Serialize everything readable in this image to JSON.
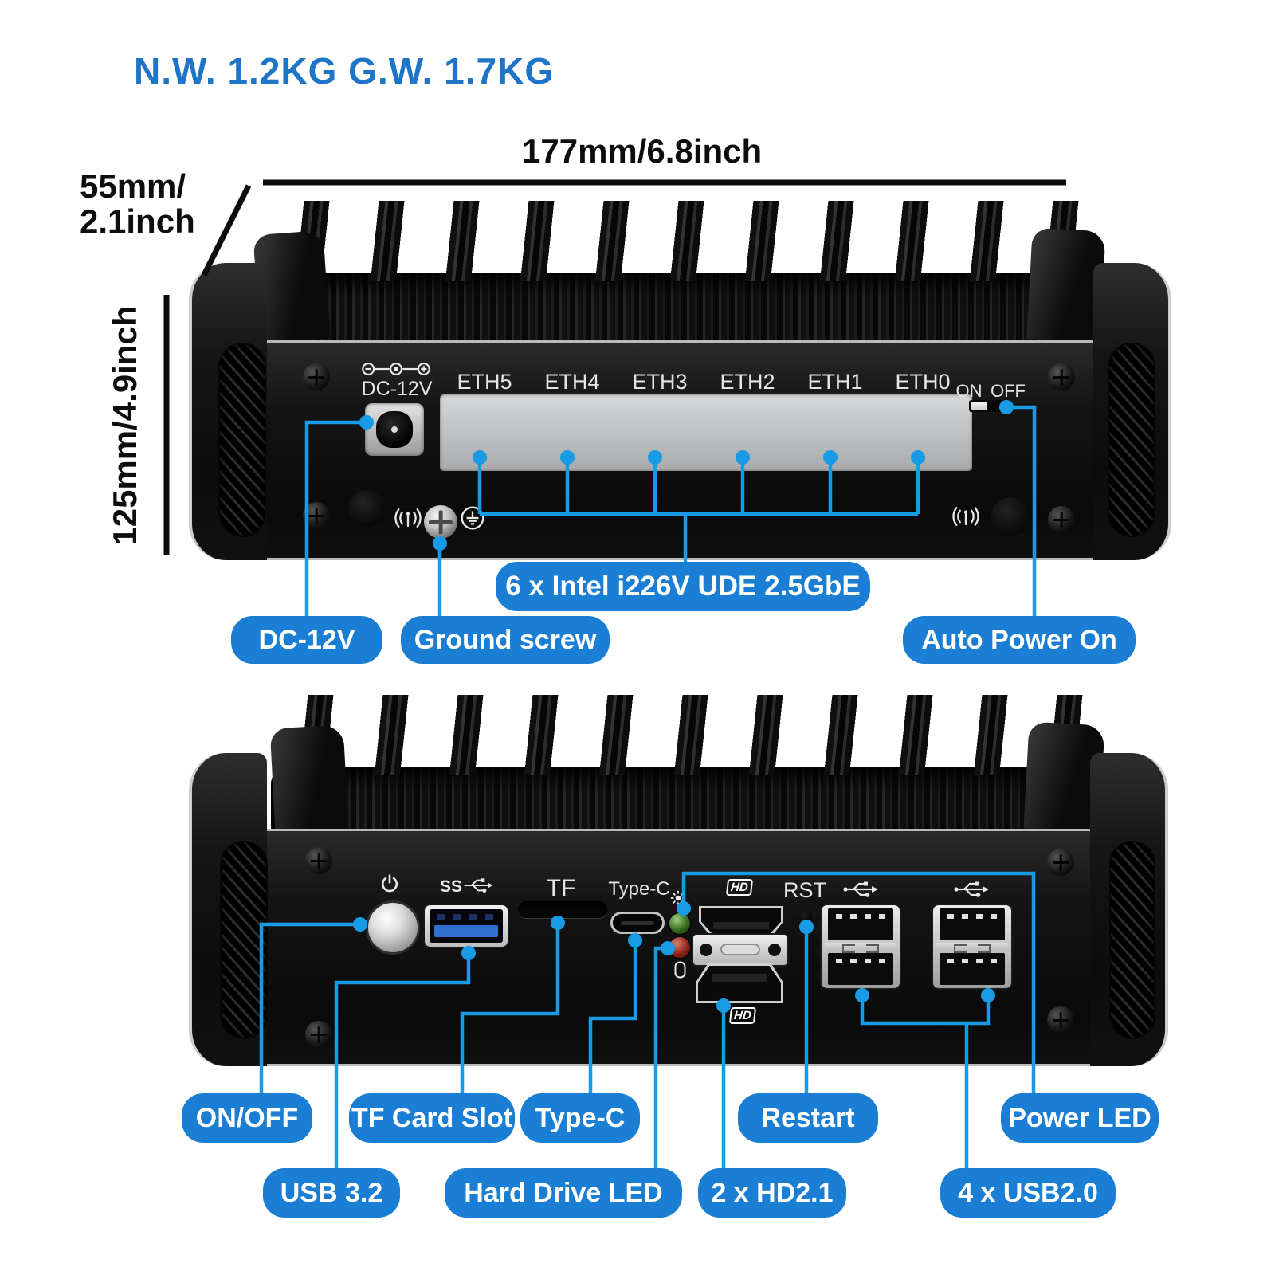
{
  "header": {
    "weights": "N.W. 1.2KG G.W. 1.7KG"
  },
  "dimensions": {
    "width_label": "177mm/6.8inch",
    "depth_label_line1": "55mm/",
    "depth_label_line2": "2.1inch",
    "height_label": "125mm/4.9inch"
  },
  "rear_panel": {
    "dc_port_label": "DC-12V",
    "eth_labels": [
      "ETH5",
      "ETH4",
      "ETH3",
      "ETH2",
      "ETH1",
      "ETH0"
    ],
    "switch_on_label": "ON",
    "switch_off_label": "OFF"
  },
  "rear_callouts": {
    "dc": "DC-12V",
    "ground": "Ground screw",
    "eth": "6 x Intel i226V UDE 2.5GbE",
    "auto_power": "Auto Power On"
  },
  "front_panel": {
    "ss_usb_label": "SS",
    "tf_label": "TF",
    "typec_label": "Type-C",
    "rst_label": "RST",
    "hd_badge": "HD"
  },
  "front_callouts": {
    "on_off": "ON/OFF",
    "tf": "TF Card Slot",
    "typec": "Type-C",
    "restart": "Restart",
    "power_led": "Power LED",
    "usb32": "USB 3.2",
    "hdd_led": "Hard Drive LED",
    "hd21": "2 x HD2.1",
    "usb20": "4 x USB2.0"
  },
  "colors": {
    "accent_line": "#189be4",
    "pill_blue": "#1a7fd4",
    "header_blue": "#1e74c6",
    "usb3_blue": "#2e6fd0",
    "led_green": "#7fb542",
    "led_amber": "#d4af37"
  }
}
